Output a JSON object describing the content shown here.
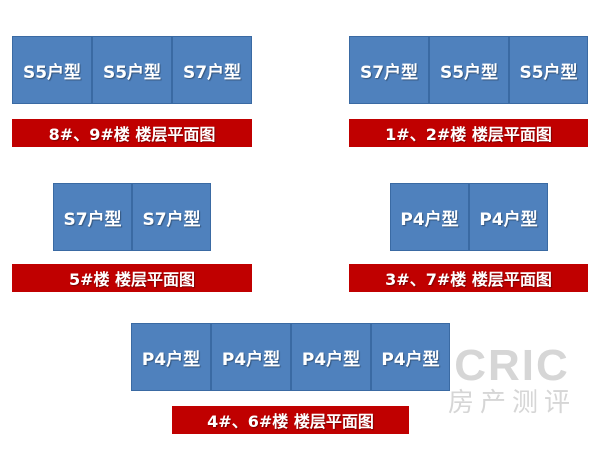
{
  "groups": [
    {
      "units": [
        "S5户型",
        "S5户型",
        "S7户型"
      ],
      "caption": "8#、9#楼  楼层平面图"
    },
    {
      "units": [
        "S7户型",
        "S5户型",
        "S5户型"
      ],
      "caption": "1#、2#楼  楼层平面图"
    },
    {
      "units": [
        "S7户型",
        "S7户型"
      ],
      "caption": "5#楼  楼层平面图"
    },
    {
      "units": [
        "P4户型",
        "P4户型"
      ],
      "caption": "3#、7#楼  楼层平面图"
    },
    {
      "units": [
        "P4户型",
        "P4户型",
        "P4户型",
        "P4户型"
      ],
      "caption": "4#、6#楼  楼层平面图"
    }
  ],
  "watermark": {
    "main": "CRIC",
    "sub": "房产测评"
  },
  "colors": {
    "unit": "#4f81bd",
    "banner": "#c00000",
    "watermark": "#d6d6d6"
  }
}
